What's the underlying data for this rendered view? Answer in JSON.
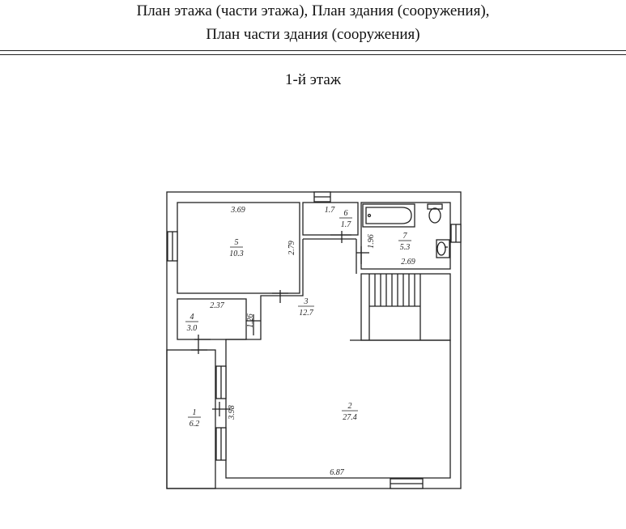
{
  "header": {
    "line1": "План этажа (части этажа), План здания (сооружения),",
    "line2": "План части здания (сооружения)"
  },
  "floor_title": "1-й этаж",
  "rooms": [
    {
      "id": "room-1",
      "number": "1",
      "area": "6.2"
    },
    {
      "id": "room-2",
      "number": "2",
      "area": "27.4"
    },
    {
      "id": "room-3",
      "number": "3",
      "area": "12.7"
    },
    {
      "id": "room-4",
      "number": "4",
      "area": "3.0"
    },
    {
      "id": "room-5",
      "number": "5",
      "area": "10.3"
    },
    {
      "id": "room-6",
      "number": "6",
      "area": "1.7"
    },
    {
      "id": "room-7",
      "number": "7",
      "area": "5.3"
    }
  ],
  "dimensions": {
    "room5_width": "3.69",
    "room5_height": "2.79",
    "room6_width": "1.7",
    "room7_height": "1.96",
    "room7_width": "2.69",
    "room4_width": "2.37",
    "room4_height": "1.26",
    "room1_height": "3.98",
    "room2_width": "6.87"
  }
}
